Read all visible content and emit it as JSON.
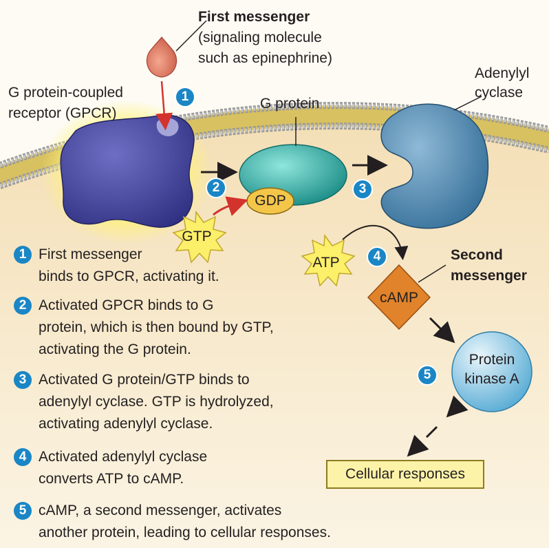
{
  "labels": {
    "first_messenger_title": "First messenger",
    "first_messenger_sub1": "(signaling molecule",
    "first_messenger_sub2": "such as epinephrine)",
    "gpcr_line1": "G protein-coupled",
    "gpcr_line2": "receptor (GPCR)",
    "g_protein": "G protein",
    "adenylyl_line1": "Adenylyl",
    "adenylyl_line2": "cyclase",
    "gdp": "GDP",
    "gtp": "GTP",
    "atp": "ATP",
    "camp": "cAMP",
    "second_messenger_line1": "Second",
    "second_messenger_line2": "messenger",
    "pka_line1": "Protein",
    "pka_line2": "kinase A",
    "cellular_responses": "Cellular responses"
  },
  "badges": [
    "1",
    "2",
    "3",
    "4",
    "5"
  ],
  "steps": [
    {
      "num": "1",
      "lines": [
        "First messenger",
        "binds to GPCR, activating it."
      ]
    },
    {
      "num": "2",
      "lines": [
        "Activated GPCR binds to G",
        "protein, which is then bound by GTP,",
        "activating the G protein."
      ]
    },
    {
      "num": "3",
      "lines": [
        "Activated G protein/GTP binds to",
        "adenylyl cyclase. GTP is hydrolyzed,",
        "activating adenylyl cyclase."
      ]
    },
    {
      "num": "4",
      "lines": [
        "Activated adenylyl cyclase",
        "converts ATP to cAMP."
      ]
    },
    {
      "num": "5",
      "lines": [
        "cAMP, a second messenger, activates",
        "another protein, leading to cellular responses."
      ]
    }
  ],
  "colors": {
    "membrane": "#c9b24a",
    "cytoplasm": "#f6e3c0",
    "gpcr": "#3d3d96",
    "g_protein": "#2bb3a8",
    "adenylyl_cyclase": "#4a86ad",
    "camp": "#e0832a",
    "pka": "#7cc0e0",
    "badge": "#1a86c5",
    "arrow_red": "#d3332d"
  }
}
